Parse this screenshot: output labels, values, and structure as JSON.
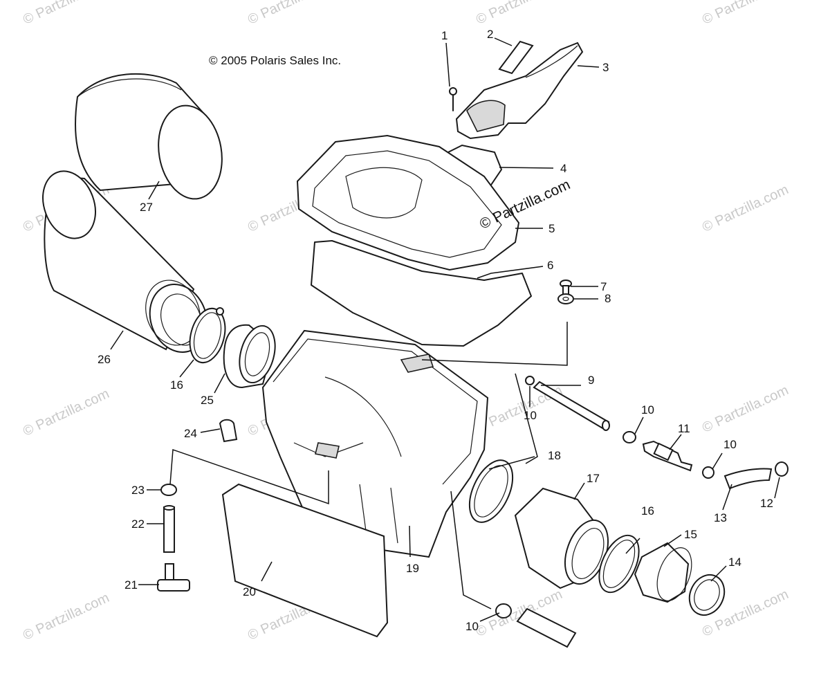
{
  "copyright": "© 2005 Polaris Sales Inc.",
  "watermark": "© Partzilla.com",
  "watermark_center": "© Partzilla.com",
  "callouts": {
    "c1": "1",
    "c2": "2",
    "c3": "3",
    "c4": "4",
    "c5": "5",
    "c6": "6",
    "c7": "7",
    "c8": "8",
    "c9": "9",
    "c10a": "10",
    "c10b": "10",
    "c10c": "10",
    "c10d": "10",
    "c11": "11",
    "c12": "12",
    "c13": "13",
    "c14": "14",
    "c15": "15",
    "c16a": "16",
    "c16b": "16",
    "c17": "17",
    "c18": "18",
    "c19": "19",
    "c20": "20",
    "c21": "21",
    "c22": "22",
    "c23": "23",
    "c24": "24",
    "c25": "25",
    "c26": "26",
    "c27": "27"
  }
}
